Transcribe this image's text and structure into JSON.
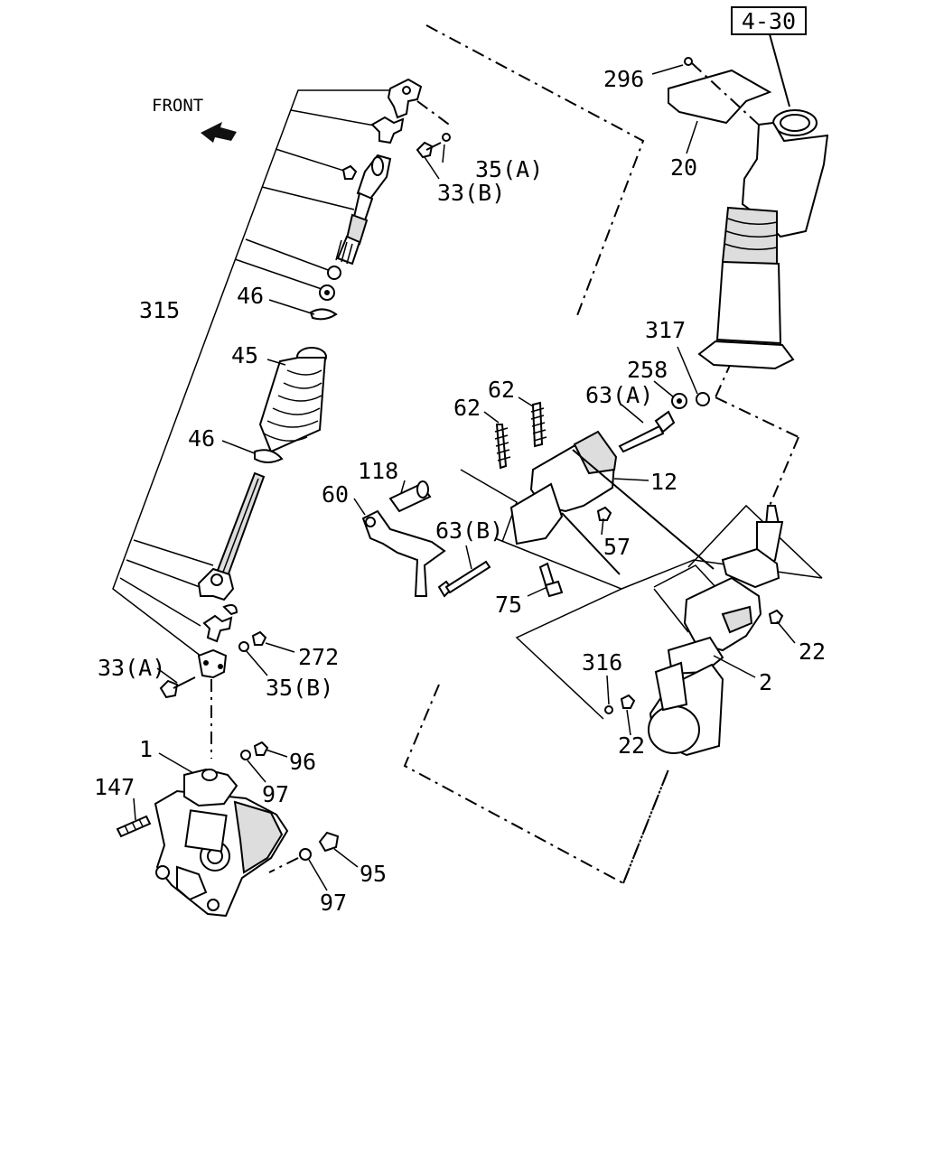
{
  "reference_box": "4-30",
  "front_label": "FRONT",
  "callouts": {
    "p296": "296",
    "p20": "20",
    "p35a": "35(A)",
    "p33b": "33(B)",
    "p315": "315",
    "p46_top": "46",
    "p45": "45",
    "p46_bottom": "46",
    "p317": "317",
    "p258": "258",
    "p62_right": "62",
    "p62_left": "62",
    "p63a": "63(A)",
    "p118": "118",
    "p12": "12",
    "p60": "60",
    "p63b": "63(B)",
    "p57": "57",
    "p75": "75",
    "p272": "272",
    "p33a": "33(A)",
    "p35b": "35(B)",
    "p22_right": "22",
    "p316": "316",
    "p2": "2",
    "p22_bottom": "22",
    "p1": "1",
    "p96": "96",
    "p147": "147",
    "p97_top": "97",
    "p95": "95",
    "p97_bottom": "97"
  }
}
